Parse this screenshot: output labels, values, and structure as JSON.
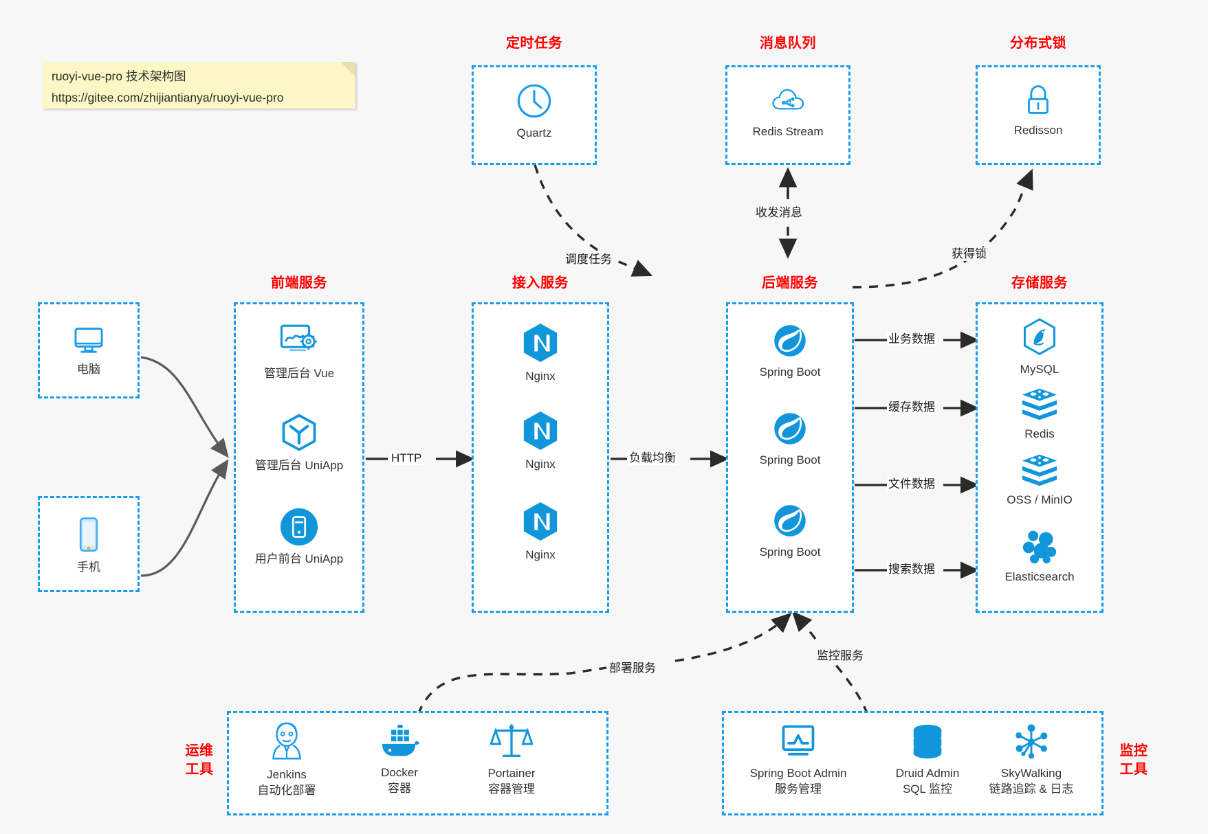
{
  "note": {
    "line1": "ruoyi-vue-pro 技术架构图",
    "line2": "https://gitee.com/zhijiantianya/ruoyi-vue-pro"
  },
  "groups": {
    "scheduler": {
      "title": "定时任务"
    },
    "mq": {
      "title": "消息队列"
    },
    "lock": {
      "title": "分布式锁"
    },
    "frontend": {
      "title": "前端服务"
    },
    "gateway": {
      "title": "接入服务"
    },
    "backend": {
      "title": "后端服务"
    },
    "storage": {
      "title": "存储服务"
    },
    "devops": {
      "title": "运维\n工具",
      "title_l1": "运维",
      "title_l2": "工具"
    },
    "monitor": {
      "title": "监控\n工具",
      "title_l1": "监控",
      "title_l2": "工具"
    }
  },
  "nodes": {
    "quartz": {
      "label": "Quartz",
      "icon": "clock-icon"
    },
    "redis_stream": {
      "label": "Redis Stream",
      "icon": "cloud-network-icon"
    },
    "redisson": {
      "label": "Redisson",
      "icon": "lock-icon"
    },
    "pc": {
      "label": "电脑",
      "icon": "desktop-monitor-icon"
    },
    "mobile": {
      "label": "手机",
      "icon": "smartphone-icon"
    },
    "admin_vue": {
      "label": "管理后台 Vue",
      "icon": "dashboard-gear-icon"
    },
    "admin_uniapp": {
      "label": "管理后台 UniApp",
      "icon": "uniapp-cube-icon"
    },
    "user_uniapp": {
      "label": "用户前台 UniApp",
      "icon": "mobile-circle-icon"
    },
    "nginx1": {
      "label": "Nginx",
      "icon": "nginx-icon"
    },
    "nginx2": {
      "label": "Nginx",
      "icon": "nginx-icon"
    },
    "nginx3": {
      "label": "Nginx",
      "icon": "nginx-icon"
    },
    "springboot1": {
      "label": "Spring Boot",
      "icon": "spring-leaf-icon"
    },
    "springboot2": {
      "label": "Spring Boot",
      "icon": "spring-leaf-icon"
    },
    "springboot3": {
      "label": "Spring Boot",
      "icon": "spring-leaf-icon"
    },
    "mysql": {
      "label": "MySQL",
      "icon": "mysql-dolphin-icon"
    },
    "redis": {
      "label": "Redis",
      "icon": "redis-stack-icon"
    },
    "oss": {
      "label": "OSS / MinIO",
      "icon": "redis-stack-icon"
    },
    "elasticsearch": {
      "label": "Elasticsearch",
      "icon": "elasticsearch-cluster-icon"
    },
    "jenkins": {
      "label": "Jenkins",
      "sub": "自动化部署",
      "icon": "jenkins-butler-icon"
    },
    "docker": {
      "label": "Docker",
      "sub": "容器",
      "icon": "docker-whale-icon"
    },
    "portainer": {
      "label": "Portainer",
      "sub": "容器管理",
      "icon": "scales-icon"
    },
    "sba": {
      "label": "Spring Boot Admin",
      "sub": "服务管理",
      "icon": "monitor-chart-icon"
    },
    "druid": {
      "label": "Druid Admin",
      "sub": "SQL 监控",
      "icon": "database-icon"
    },
    "skywalking": {
      "label": "SkyWalking",
      "sub": "链路追踪 & 日志",
      "icon": "skywalking-node-icon"
    }
  },
  "edges": {
    "http": "HTTP",
    "load_balance": "负载均衡",
    "schedule_task": "调度任务",
    "send_receive_msg": "收发消息",
    "acquire_lock": "获得锁",
    "business_data": "业务数据",
    "cache_data": "缓存数据",
    "file_data": "文件数据",
    "search_data": "搜索数据",
    "deploy_service": "部署服务",
    "monitor_service": "监控服务"
  },
  "colors": {
    "accent_blue": "#1a9ceb",
    "icon_blue": "#1296db",
    "title_red": "#ff0000",
    "background": "#f7f7f7",
    "arrow_dark": "#3f3f3f",
    "note_yellow": "#fcf7c5"
  }
}
